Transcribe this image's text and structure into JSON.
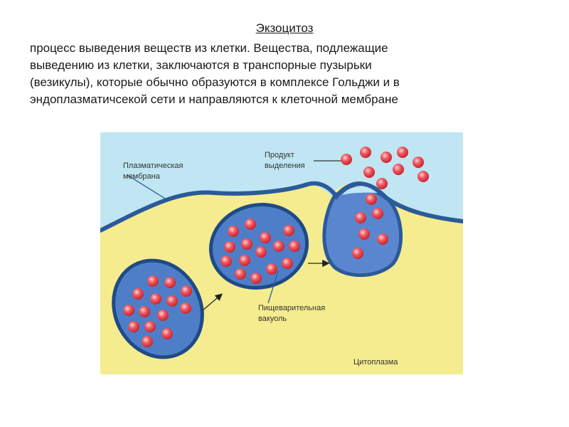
{
  "header": {
    "title": "Экзоцитоз",
    "description_lines": [
      "процесс выведения веществ из клетки. Вещества, подлежащие",
      "выведению из клетки, заключаются в транспорные пузырьки",
      "(везикулы), которые обычно образуются в комплексе Гольджи и в",
      "эндоплазматичсекой сети и направляются к клеточной мембране"
    ]
  },
  "diagram": {
    "labels": {
      "membrane_line1": "Плазматическая",
      "membrane_line2": "мембрана",
      "product_line1": "Продукт",
      "product_line2": "выделения",
      "vacuole_line1": "Пищеварительная",
      "vacuole_line2": "вакуоль",
      "cytoplasm": "Цитоплазма"
    },
    "colors": {
      "extracellular": "#bfe6f2",
      "cytoplasm": "#f5ec8f",
      "membrane": "#2b5a9a",
      "vesicle_fill": "#4f7ec9",
      "particle": "#e8474f"
    }
  }
}
